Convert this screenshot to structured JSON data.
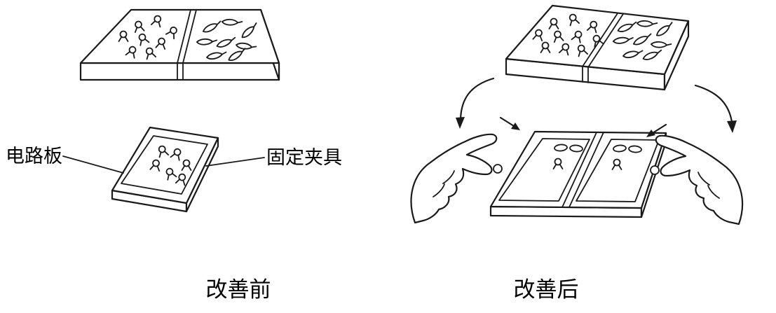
{
  "figure": {
    "before": {
      "caption": "改善前",
      "labels": {
        "circuit_board": "电路板",
        "fixing_jig": "固定夹具"
      }
    },
    "after": {
      "caption": "改善后"
    },
    "colors": {
      "line": "#1a1a1a",
      "background": "#ffffff"
    },
    "icons": {
      "parts_tray": "two-compartment parts tray with small components",
      "loop_part": "wire-loop component",
      "long_part": "elongated component",
      "hand": "hand picking a part",
      "arrow": "motion arrow"
    }
  }
}
